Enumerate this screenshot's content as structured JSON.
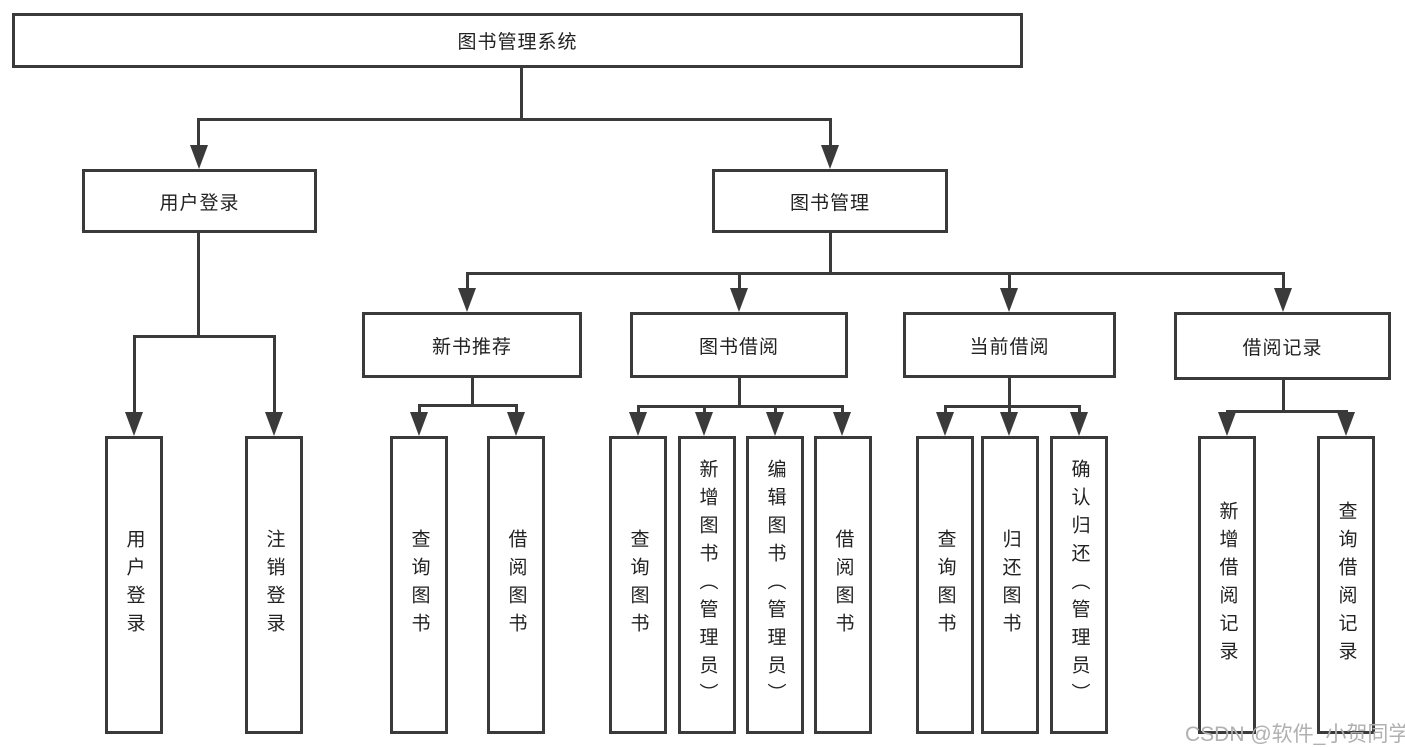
{
  "nodes": {
    "root": {
      "label": "图书管理系统"
    },
    "level2": [
      {
        "label": "用户登录"
      },
      {
        "label": "图书管理"
      }
    ],
    "level3": [
      {
        "label": "新书推荐"
      },
      {
        "label": "图书借阅"
      },
      {
        "label": "当前借阅"
      },
      {
        "label": "借阅记录"
      }
    ],
    "leaves": [
      {
        "label": "用户登录"
      },
      {
        "label": "注销登录"
      },
      {
        "label": "查询图书"
      },
      {
        "label": "借阅图书"
      },
      {
        "label": "查询图书"
      },
      {
        "label": "新增图书（管理员）"
      },
      {
        "label": "编辑图书（管理员）"
      },
      {
        "label": "借阅图书"
      },
      {
        "label": "查询图书"
      },
      {
        "label": "归还图书"
      },
      {
        "label": "确认归还（管理员）"
      },
      {
        "label": "新增借阅记录"
      },
      {
        "label": "查询借阅记录"
      }
    ]
  },
  "watermark": "CSDN @软件_小贺同学",
  "colors": {
    "line": "#3a3a3a",
    "text": "#222222",
    "watermark": "#b0b0b0",
    "background": "#ffffff"
  }
}
